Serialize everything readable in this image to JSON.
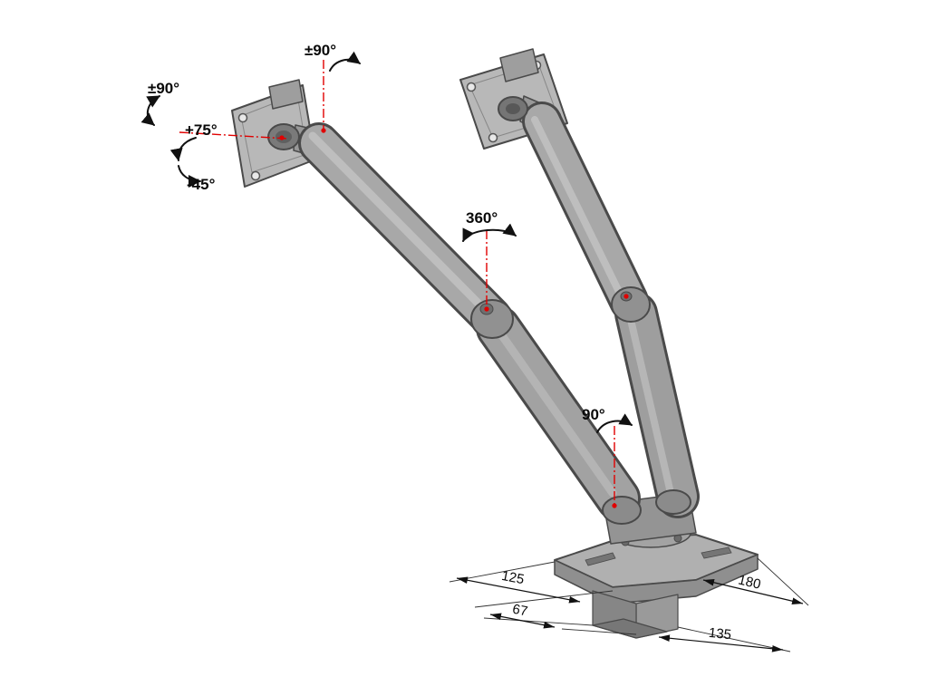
{
  "annotations": {
    "swivel_left": "±90°",
    "tilt_up": "+75°",
    "tilt_down": "-45°",
    "swivel_top": "±90°",
    "rotate_mid": "360°",
    "rotate_base": "90°"
  },
  "dimensions": {
    "d125": "125",
    "d180": "180",
    "d67": "67",
    "d135": "135"
  },
  "colors": {
    "axis_red": "#e00000",
    "part_gray": "#a8a8a8",
    "outline_gray": "#4a4a4a",
    "dimension_black": "#111111",
    "background": "#ffffff"
  }
}
